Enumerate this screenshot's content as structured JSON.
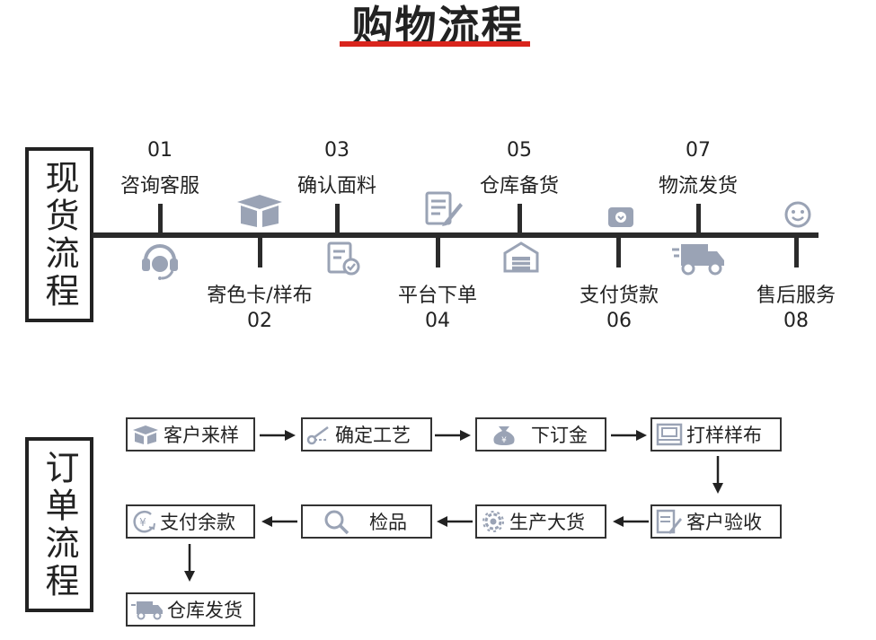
{
  "header": {
    "title": "购物流程"
  },
  "spot_flow": {
    "label": "现货流程",
    "steps": [
      {
        "num": "01",
        "label": "咨询客服",
        "icon": "customer-service-headset-icon"
      },
      {
        "num": "02",
        "label": "寄色卡/样布",
        "icon": "package-box-icon"
      },
      {
        "num": "03",
        "label": "确认面料",
        "icon": "checked-document-icon"
      },
      {
        "num": "04",
        "label": "平台下单",
        "icon": "edit-document-icon"
      },
      {
        "num": "05",
        "label": "仓库备货",
        "icon": "warehouse-icon"
      },
      {
        "num": "06",
        "label": "支付货款",
        "icon": "wallet-icon"
      },
      {
        "num": "07",
        "label": "物流发货",
        "icon": "delivery-truck-icon"
      },
      {
        "num": "08",
        "label": "售后服务",
        "icon": "smiley-face-icon"
      }
    ]
  },
  "order_flow": {
    "label": "订单流程",
    "steps": [
      {
        "label": "客户来样",
        "icon": "fabric-box-icon"
      },
      {
        "label": "确定工艺",
        "icon": "scissors-icon"
      },
      {
        "label": "下订金",
        "icon": "money-bag-icon"
      },
      {
        "label": "打样样布",
        "icon": "sample-frame-icon"
      },
      {
        "label": "客户验收",
        "icon": "edit-document-icon"
      },
      {
        "label": "生产大货",
        "icon": "gear-icon"
      },
      {
        "label": "检品",
        "icon": "search-icon"
      },
      {
        "label": "支付余款",
        "icon": "yuan-coin-icon"
      },
      {
        "label": "仓库发货",
        "icon": "delivery-truck-icon"
      }
    ]
  },
  "colors": {
    "accent_red": "#d9251d",
    "line": "#2b2b2b",
    "icon_gray": "#9aa3b5"
  }
}
